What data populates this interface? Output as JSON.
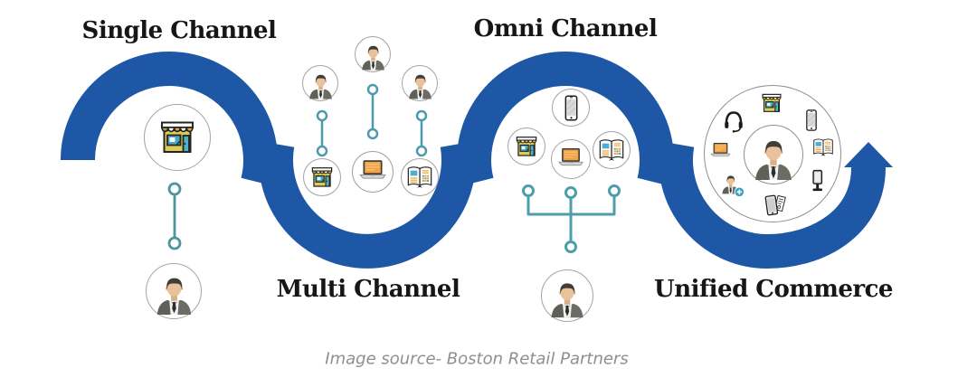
{
  "diagram": {
    "stages": [
      {
        "id": "single-channel",
        "label": "Single Channel",
        "icons": [
          "storefront",
          "businessman"
        ]
      },
      {
        "id": "multi-channel",
        "label": "Multi Channel",
        "icons": [
          "businessman",
          "businessman",
          "businessman",
          "storefront",
          "laptop",
          "catalog"
        ]
      },
      {
        "id": "omni-channel",
        "label": "Omni Channel",
        "icons": [
          "smartphone",
          "storefront",
          "laptop",
          "catalog",
          "businessman"
        ]
      },
      {
        "id": "unified-commerce",
        "label": "Unified Commerce",
        "icons": [
          "headset",
          "storefront",
          "smartphone",
          "laptop",
          "catalog",
          "person-add",
          "mobile-payment",
          "kiosk",
          "businessman"
        ]
      }
    ],
    "caption": "Image source- Boston Retail Partners",
    "colors": {
      "wave_blue": "#1d57a5",
      "connector_teal": "#4e959c",
      "connector_light_blue": "#4d9aae",
      "trident_teal": "#4b9fa8",
      "circle_border": "#a3a3a3",
      "title_text": "#161616",
      "caption_text": "#8f8f8f",
      "icon_orange": "#f0a23c",
      "icon_blue": "#45aac8",
      "icon_olive": "#a3a43f",
      "icon_yellow": "#decb55"
    }
  }
}
